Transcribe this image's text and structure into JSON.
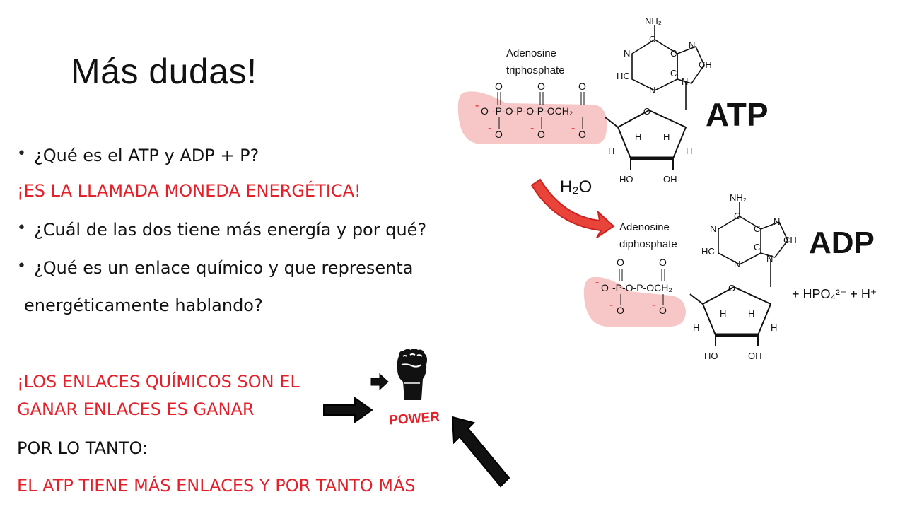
{
  "slide": {
    "title": "Más dudas!",
    "lines": [
      "¿Qué es el ATP y ADP + P?",
      "¡ES LA LLAMADA MONEDA ENERGÉTICA!",
      "¿Cuál de las dos tiene más energía y por qué?",
      "¿Qué es un enlace químico y que representa",
      "energéticamente hablando?",
      "¡LOS ENLACES QUÍMICOS SON EL",
      "GANAR ENLACES ES GANAR",
      "POR LO TANTO:",
      "EL ATP TIENE MÁS ENLACES Y POR TANTO MÁS"
    ],
    "power_label": "POWER"
  },
  "diagram": {
    "atp": {
      "label": "ATP",
      "name_line1": "Adenosine",
      "name_line2": "triphosphate"
    },
    "adp": {
      "label": "ADP",
      "name_line1": "Adenosine",
      "name_line2": "diphosphate"
    },
    "water": "H2O",
    "products": "+ HPO4 2- + H+",
    "colors": {
      "highlight": "#f7c6c6",
      "arrow": "#e8443a",
      "red_text": "#e4202a"
    }
  }
}
